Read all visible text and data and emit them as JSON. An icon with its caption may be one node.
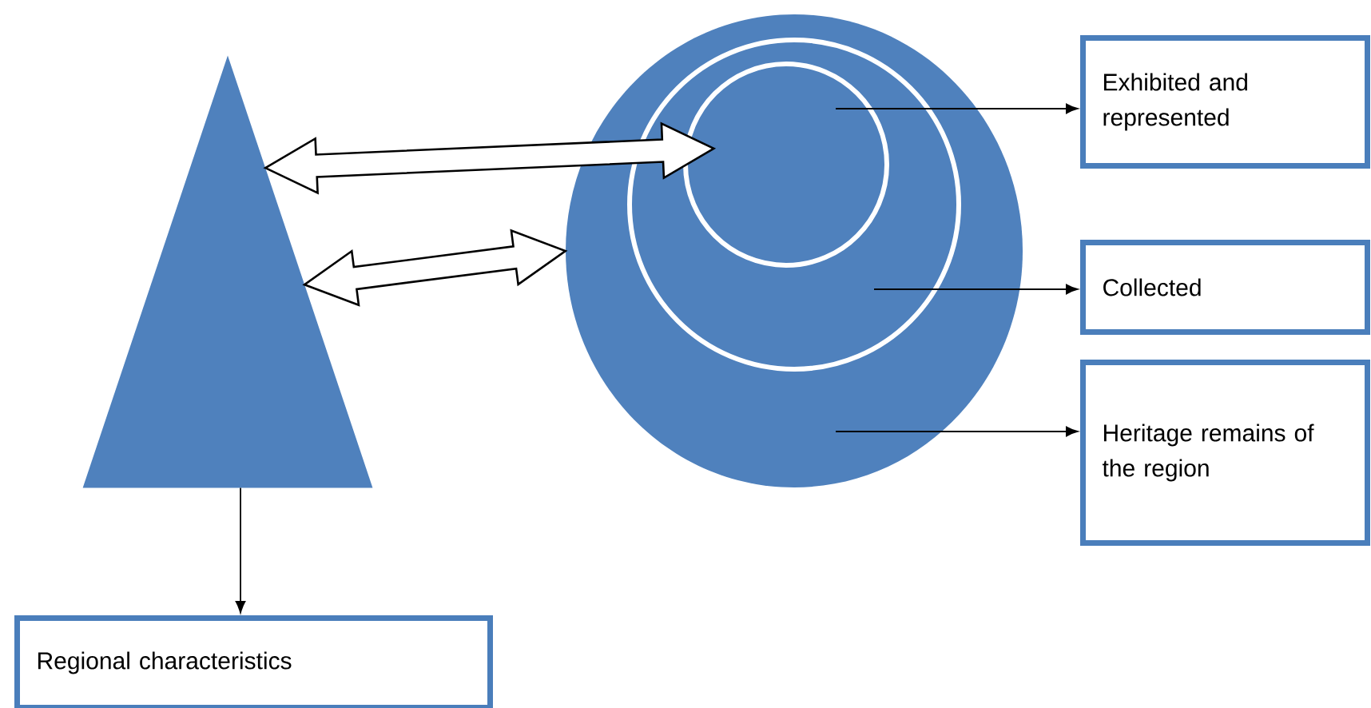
{
  "diagram": {
    "nodes": [
      {
        "text": [],
        "shape": "triangle"
      },
      {
        "text": [],
        "shape": "circle"
      },
      {
        "text": [],
        "shape": "circle",
        "in": 1
      },
      {
        "text": [],
        "shape": "circle",
        "in": 2
      },
      {
        "text": [
          "Exhibited and represented"
        ]
      },
      {
        "text": [
          "Collected"
        ]
      },
      {
        "text": [
          "Heritage remains of the region"
        ]
      },
      {
        "text": [
          "Regional characteristics"
        ]
      }
    ],
    "edges": [
      {
        "from": 0,
        "to": 3,
        "arrow": "both",
        "style": "thick"
      },
      {
        "from": 0,
        "to": 1,
        "arrow": "both",
        "style": "thick"
      },
      {
        "from": 3,
        "to": 4,
        "arrow": "to"
      },
      {
        "from": 2,
        "to": 5,
        "arrow": "to"
      },
      {
        "from": 1,
        "to": 6,
        "arrow": "to"
      },
      {
        "from": 0,
        "to": 7,
        "arrow": "to"
      }
    ]
  }
}
